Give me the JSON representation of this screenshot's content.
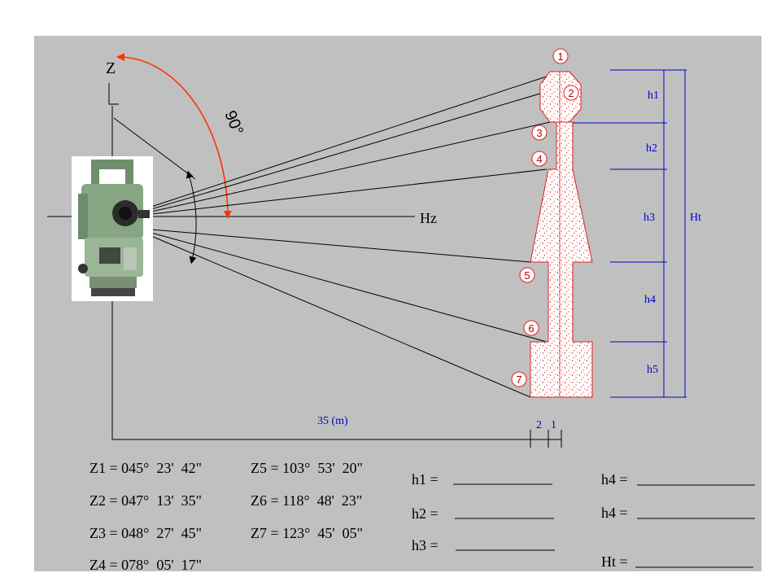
{
  "axes": {
    "vertical_label": "Z",
    "horizontal_label": "Hz",
    "angle_label": "90°"
  },
  "distance": {
    "main_label": "35  (m)",
    "seg_a": "2",
    "seg_b": "1"
  },
  "points": [
    "1",
    "2",
    "3",
    "4",
    "5",
    "6",
    "7"
  ],
  "heights": [
    "h1",
    "h2",
    "h3",
    "h4",
    "h5"
  ],
  "total_height_label": "Ht",
  "readings": [
    "Z1 = 045°  23'  42\"",
    "Z2 = 047°  13'  35\"",
    "Z3 = 048°  27'  45\"",
    "Z4 = 078°  05'  17\"",
    "Z5 = 103°  53'  20\"",
    "Z6 = 118°  48'  23\"",
    "Z7 = 123°  45'  05\""
  ],
  "answers": {
    "h1": "h1 =",
    "h2": "h2 =",
    "h3": "h3 =",
    "h4a": "h4 =",
    "h4b": "h4 =",
    "ht": "Ht ="
  },
  "colors": {
    "panel": "#c0c0c0",
    "accent": "#ff3300",
    "structure": "#e02020",
    "dimension": "#0000cc"
  }
}
